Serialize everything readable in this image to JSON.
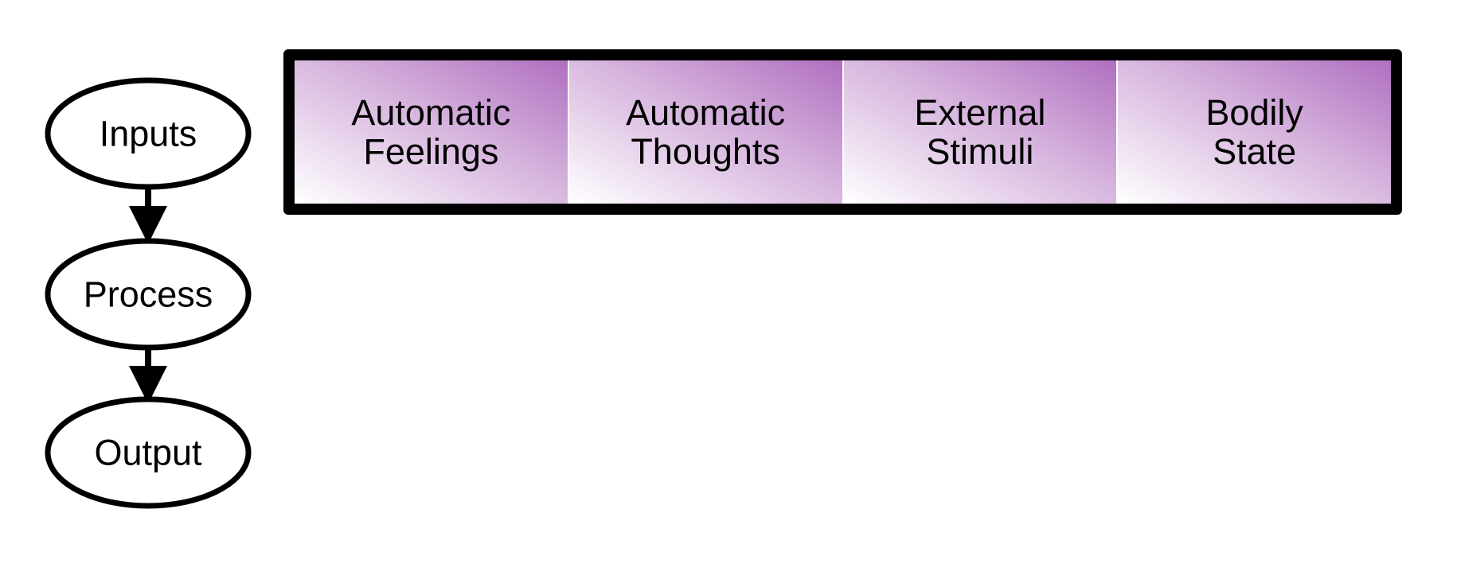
{
  "flow": {
    "nodes": [
      {
        "label": "Inputs"
      },
      {
        "label": "Process"
      },
      {
        "label": "Output"
      }
    ]
  },
  "inputs_panel": {
    "items": [
      {
        "label": "Automatic\nFeelings"
      },
      {
        "label": "Automatic\nThoughts"
      },
      {
        "label": "External\nStimuli"
      },
      {
        "label": "Bodily\nState"
      }
    ]
  },
  "colors": {
    "cell_gradient_start": "#ffffff",
    "cell_gradient_end": "#b06fc0",
    "stroke": "#000000"
  }
}
